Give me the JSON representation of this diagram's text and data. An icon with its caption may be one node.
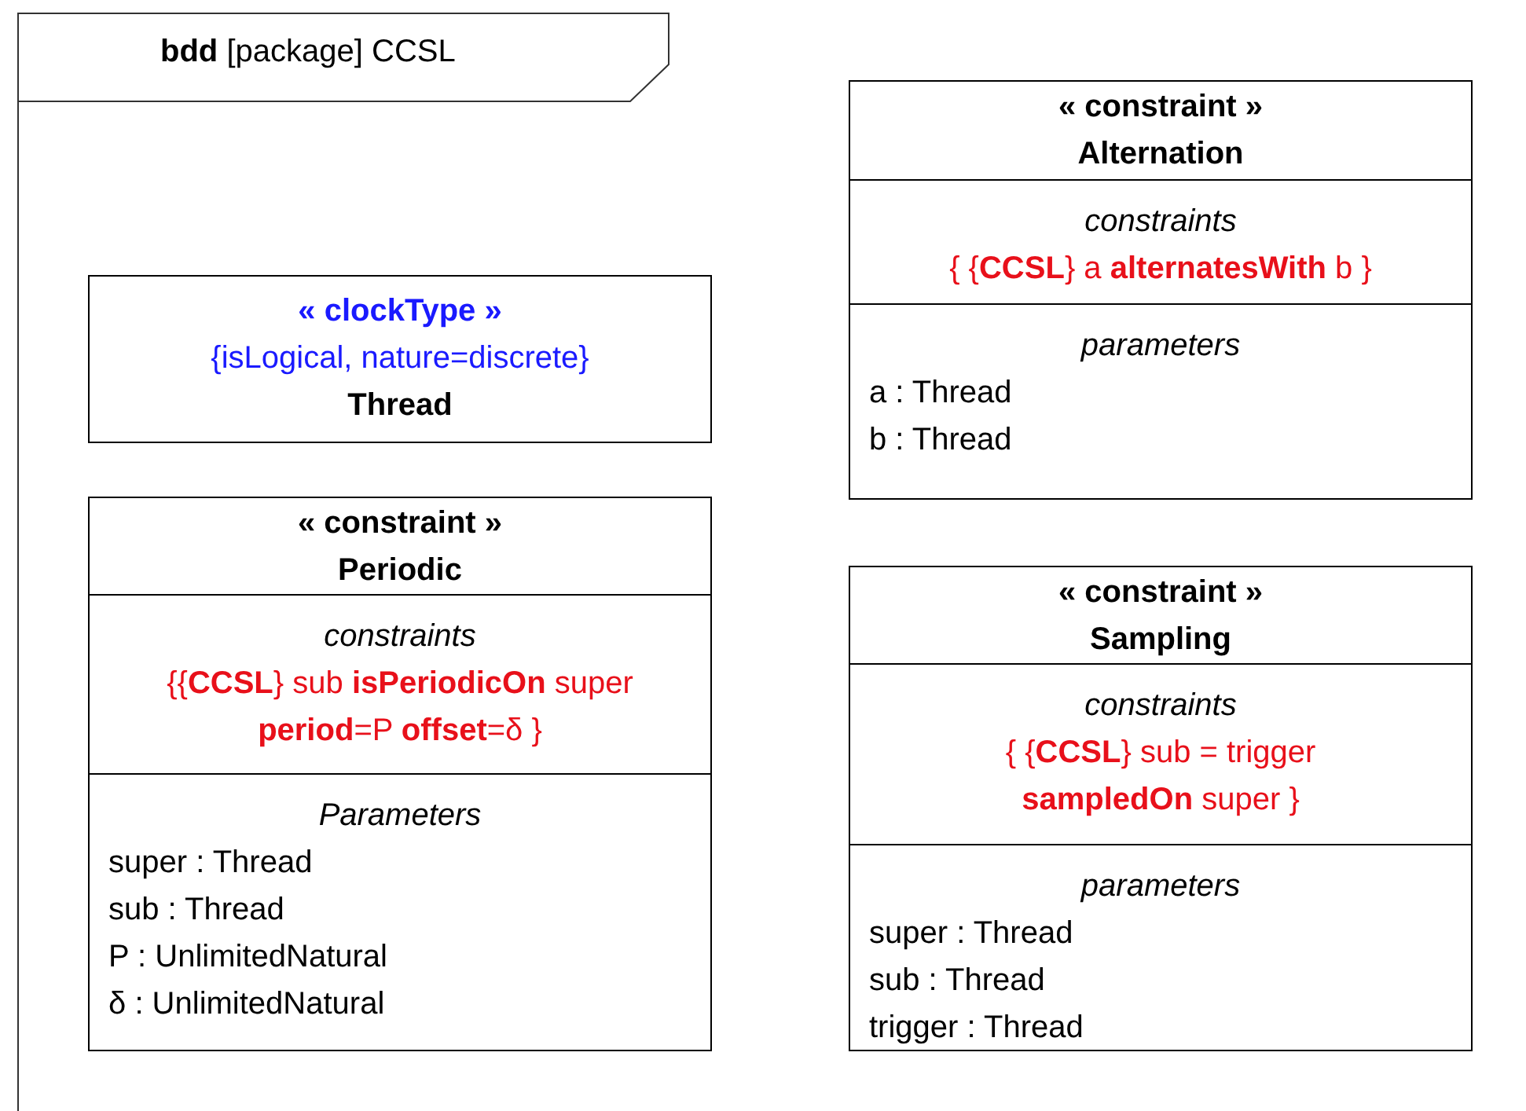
{
  "diagram": {
    "nodes": [
      {
        "text": [
          "**bdd** [package] CCSL"
        ]
      },
      {
        "text": [
          "« constraint »",
          "Alternation",
          "constraints",
          "{ {**CCSL**} a **alternatesWith** b }",
          "parameters",
          "a : Thread",
          "b : Thread"
        ],
        "in": 0
      },
      {
        "text": [
          "« clockType »",
          "{isLogical, nature=discrete}",
          "Thread"
        ],
        "in": 0
      },
      {
        "text": [
          "« constraint »",
          "Periodic",
          "constraints",
          "{{**CCSL**} sub **isPeriodicOn** super **period**=P **offset**=δ }",
          "Parameters",
          "super : Thread",
          "sub : Thread",
          "P : UnlimitedNatural",
          "δ : UnlimitedNatural"
        ],
        "in": 0
      },
      {
        "text": [
          "« constraint »",
          "Sampling",
          "constraints",
          "{ {**CCSL**} sub = trigger **sampledOn** super }",
          "parameters",
          "super : Thread",
          "sub : Thread",
          "trigger : Thread"
        ],
        "in": 0
      }
    ]
  }
}
